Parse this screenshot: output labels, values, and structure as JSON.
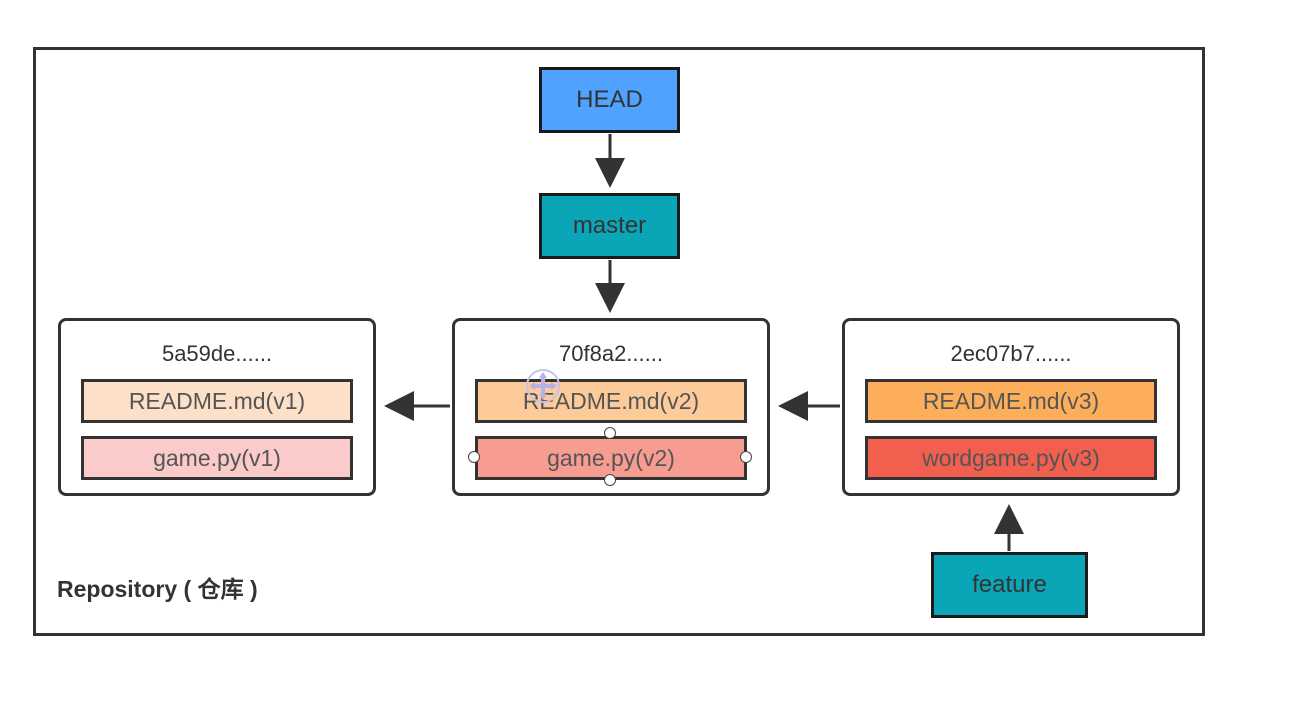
{
  "repository": {
    "label": "Repository ( 仓库 )"
  },
  "refs": {
    "head": "HEAD",
    "master": "master",
    "feature": "feature"
  },
  "commits": [
    {
      "hash": "5a59de......",
      "files": [
        "README.md(v1)",
        "game.py(v1)"
      ]
    },
    {
      "hash": "70f8a2......",
      "files": [
        "README.md(v2)",
        "game.py(v2)"
      ]
    },
    {
      "hash": "2ec07b7......",
      "files": [
        "README.md(v3)",
        "wordgame.py(v3)"
      ]
    }
  ],
  "colors": {
    "head": "#4fa3ff",
    "branch": "#0aa6b8",
    "readme_v1": "#fde0c8",
    "game_v1": "#fbcaca",
    "readme_v2": "#fdca9a",
    "game_v2": "#f79c91",
    "readme_v3": "#fdae5a",
    "wordgame_v3": "#f25f4f"
  }
}
